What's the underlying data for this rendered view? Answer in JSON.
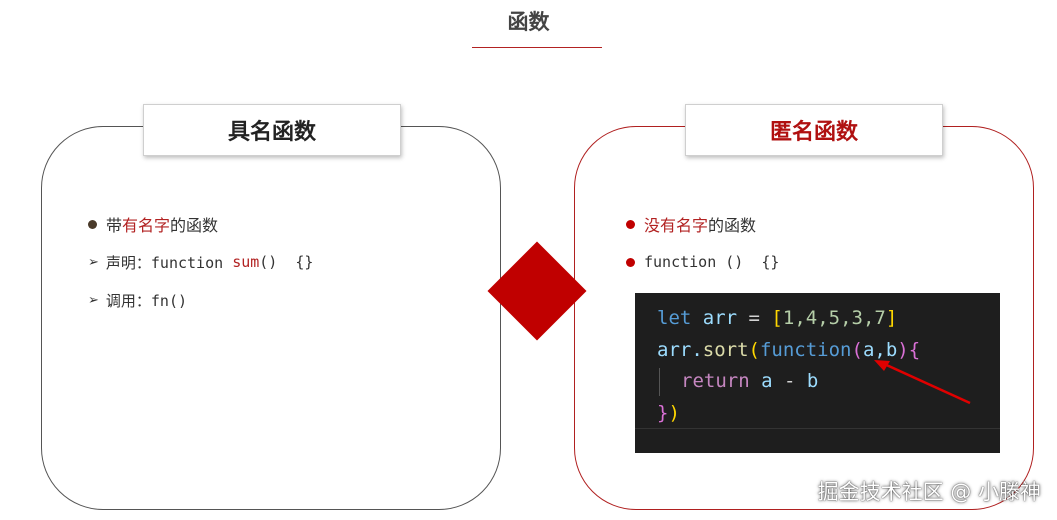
{
  "title": "函数",
  "named": {
    "heading": "具名函数",
    "item1_prefix": "带",
    "item1_highlight": "有名字",
    "item1_suffix": "的函数",
    "item2_label": "声明：function ",
    "item2_name": "sum",
    "item2_rest": "()  {}",
    "item3": "调用：fn()"
  },
  "anonymous": {
    "heading": "匿名函数",
    "item1_highlight": "没有名字",
    "item1_suffix": "的函数",
    "item2": "function ()  {}"
  },
  "code": {
    "l1_kw": "let",
    "l1_var": " arr ",
    "l1_eq": "=",
    "l1_b1": " [",
    "l1_nums": "1,4,5,3,7",
    "l1_b2": "]",
    "l2_obj": "arr.",
    "l2_fn": "sort",
    "l2_p1": "(",
    "l2_kw": "function",
    "l2_p2": "(",
    "l2_args": "a,b",
    "l2_p3": ")",
    "l2_br": "{",
    "l3_kw": "return",
    "l3_a": " a ",
    "l3_op": "-",
    "l3_b": " b",
    "l4_br": "}",
    "l4_p": ")"
  },
  "watermark": "掘金技术社区 @ 小滕神",
  "colors": {
    "accent": "#c00000",
    "code_bg": "#1e1e1e"
  }
}
